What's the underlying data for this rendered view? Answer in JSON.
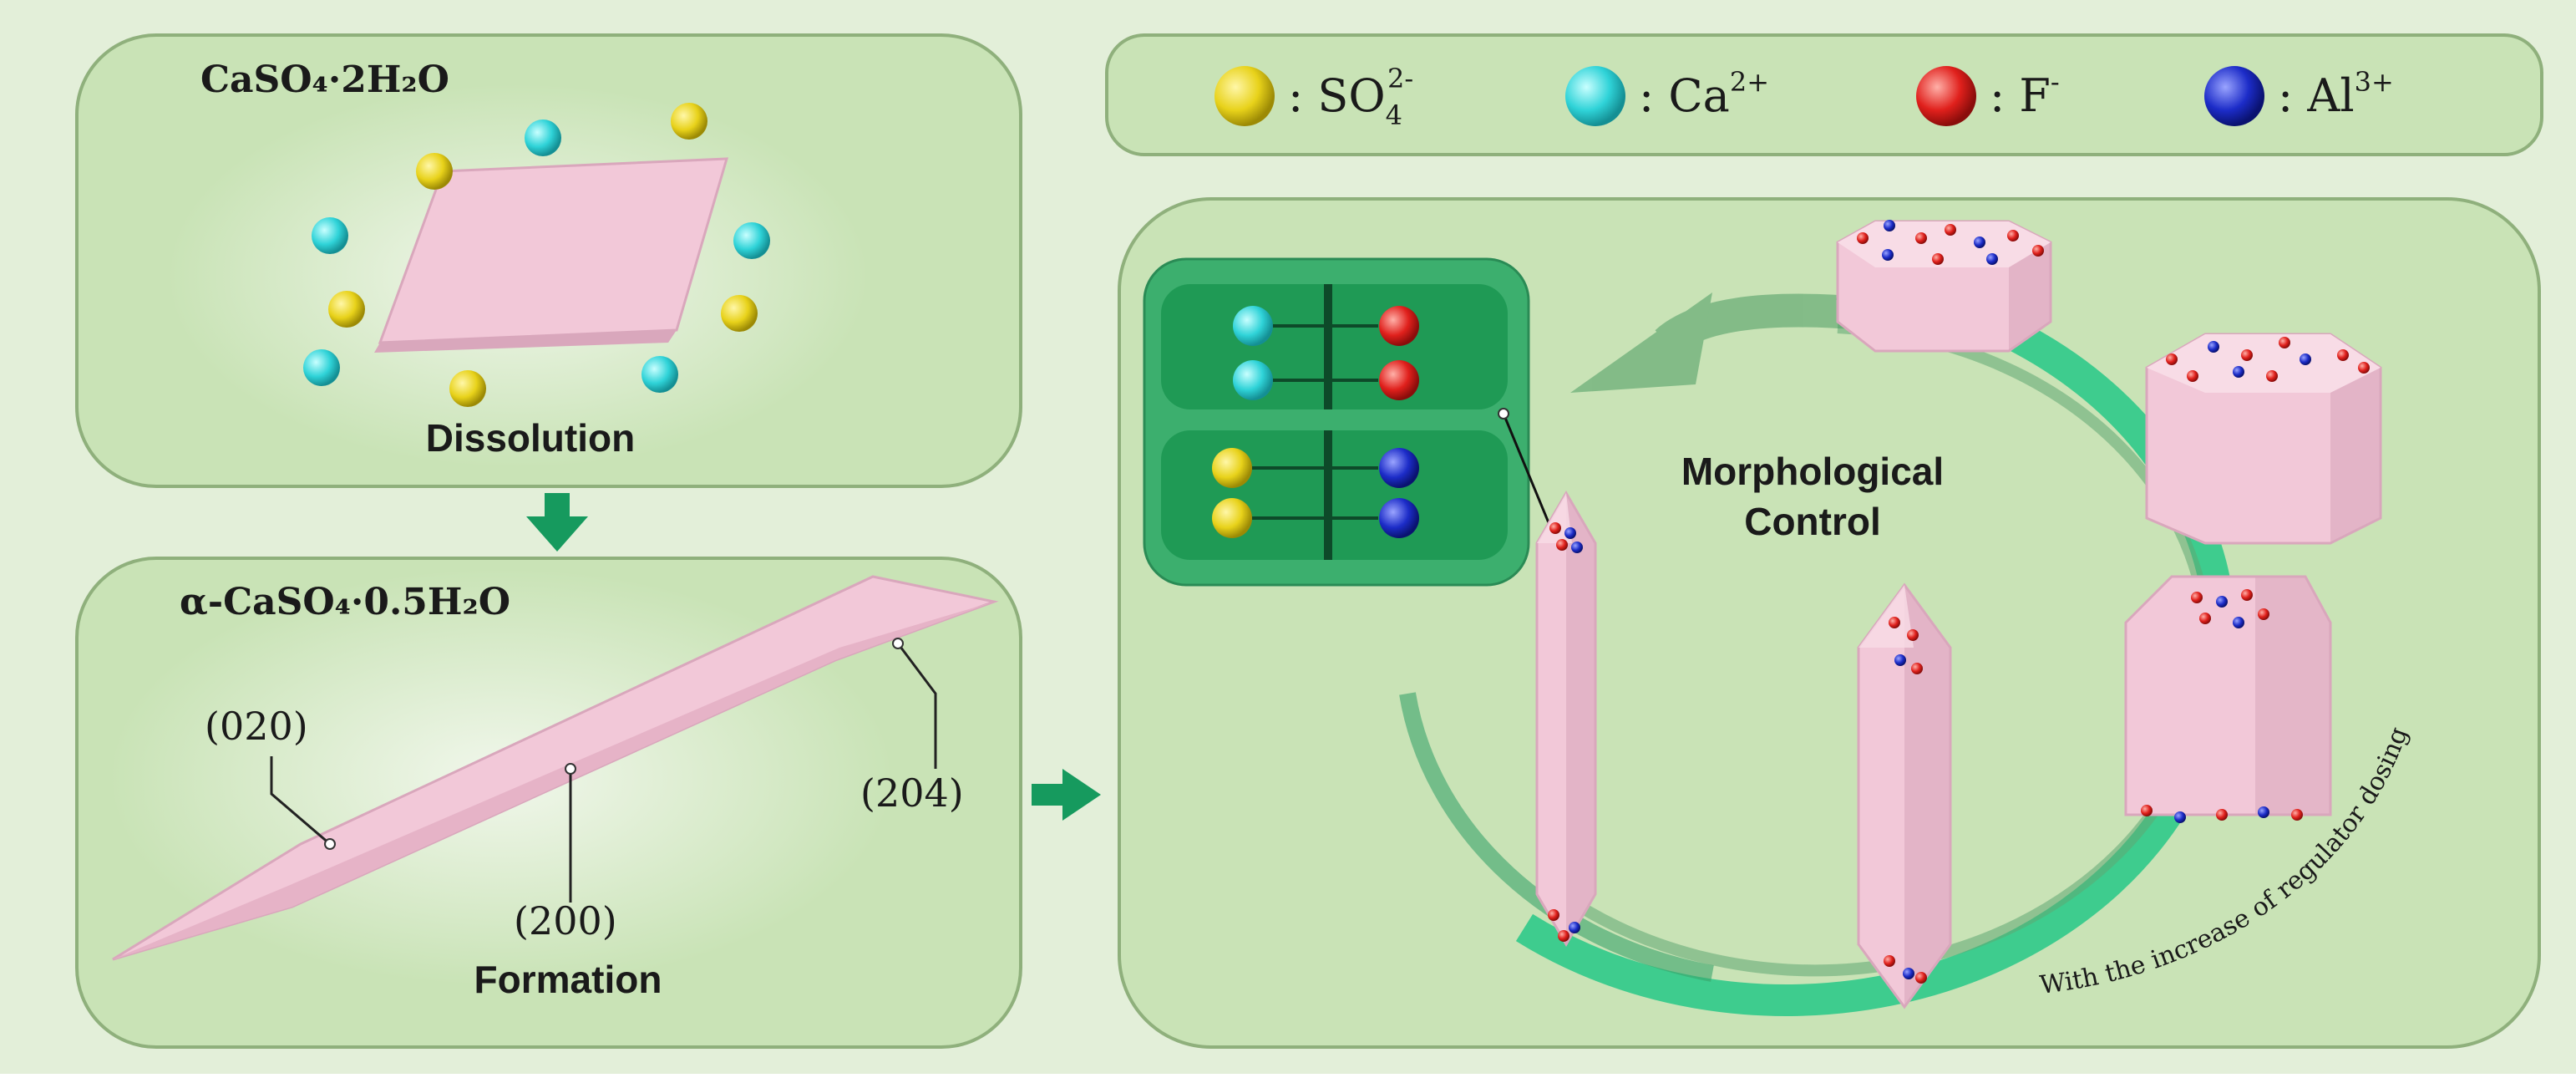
{
  "panels": {
    "dissolution": {
      "formula": "CaSO₄·2H₂O",
      "caption": "Dissolution"
    },
    "formation": {
      "formula": "α-CaSO₄·0.5H₂O",
      "caption": "Formation",
      "facets": [
        "(020)",
        "(200)",
        "(204)"
      ]
    },
    "morphology": {
      "title_line1": "Morphological",
      "title_line2": "Control",
      "arc_label": "With the increase of regulator dosing"
    }
  },
  "legend": [
    {
      "ion": "SO",
      "sub": "4",
      "sup": "2-",
      "color": "#e8d21a"
    },
    {
      "ion": "Ca",
      "sub": "",
      "sup": "2+",
      "color": "#2fd3d8"
    },
    {
      "ion": "F",
      "sub": "",
      "sup": "-",
      "color": "#e0201c"
    },
    {
      "ion": "Al",
      "sub": "",
      "sup": "3+",
      "color": "#1c2cc8"
    }
  ],
  "colors": {
    "background": "#e3efd9",
    "panel": "#c9e3b6",
    "panel_border": "#8fb07c",
    "crystal": "#f2c8d8",
    "crystal_dark": "#d9a7bc",
    "arrow": "#169a5e",
    "ring": "#2fc98a",
    "binding_box": "#1f9a55"
  }
}
